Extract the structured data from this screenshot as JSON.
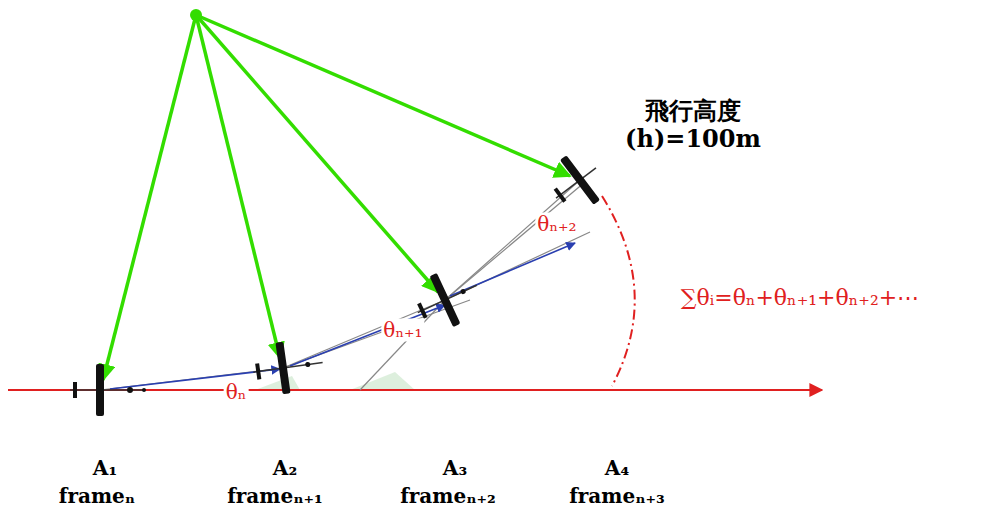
{
  "diagram": {
    "labels": [
      "飛行高度 (h)=100m",
      "θₙ₊₂",
      "∑θᵢ=θₙ+θₙ₊₁+θₙ₊₂+⋯",
      "θₙ₊₁",
      "θₙ",
      "A₁",
      "frameₙ",
      "A₂",
      "frameₙ₊₁",
      "A₃",
      "frameₙ₊₂",
      "A₄",
      "frameₙ₊₃"
    ]
  }
}
